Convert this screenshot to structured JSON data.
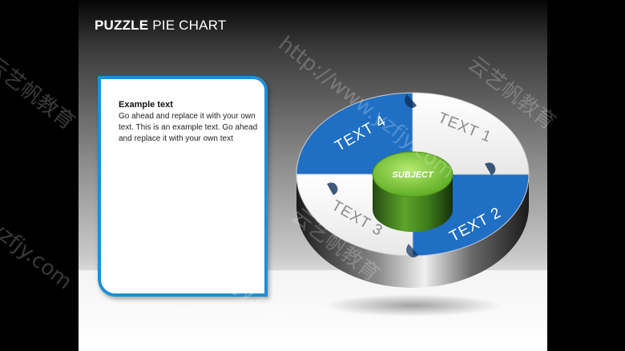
{
  "slide": {
    "title_bold": "PUZZLE",
    "title_rest": " PIE CHART"
  },
  "textbox": {
    "heading": "Example text",
    "body": "Go ahead and replace it with your own text. This is an example text. Go ahead and replace it with your own text"
  },
  "diagram": {
    "center_label": "SUBJECT",
    "segments": [
      {
        "label": "TEXT 1",
        "color": "#ffffff",
        "text_color": "#8a8a8a"
      },
      {
        "label": "TEXT 2",
        "color": "#1f6fc4",
        "text_color": "#ffffff"
      },
      {
        "label": "TEXT 3",
        "color": "#ffffff",
        "text_color": "#8a8a8a"
      },
      {
        "label": "TEXT 4",
        "color": "#1f6fc4",
        "text_color": "#ffffff"
      }
    ],
    "center_color": "#7cc83a"
  },
  "watermarks": [
    "http://www.yzfjy.com",
    "云艺帆教育",
    "yzfjy.com",
    "云艺帆教育",
    "http://www.yzfjy.com",
    "云艺帆教育"
  ],
  "colors": {
    "accent_blue": "#1e8fd6",
    "segment_blue": "#1f6fc4",
    "center_green": "#7cc83a"
  }
}
